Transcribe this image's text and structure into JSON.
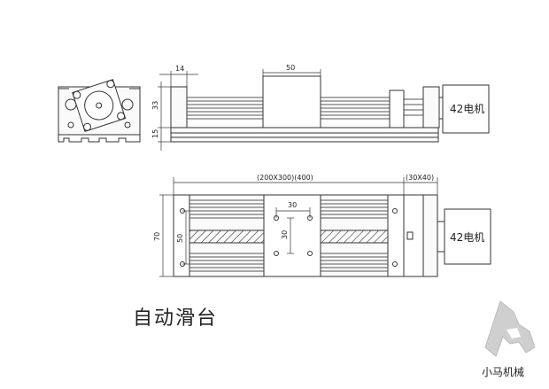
{
  "title": "自动滑台",
  "logo": {
    "text": "小马机械"
  },
  "top_view": {
    "dims": {
      "d14": "14",
      "d50": "50",
      "d33": "33",
      "d15": "15"
    },
    "motor_label": "42电机"
  },
  "bottom_view": {
    "dims": {
      "length": "(200X300)(400)",
      "motor_len": "(30X40)",
      "height": "70",
      "inner_h": "50",
      "hole_w": "30",
      "hole_h": "30"
    },
    "motor_label": "42电机"
  }
}
